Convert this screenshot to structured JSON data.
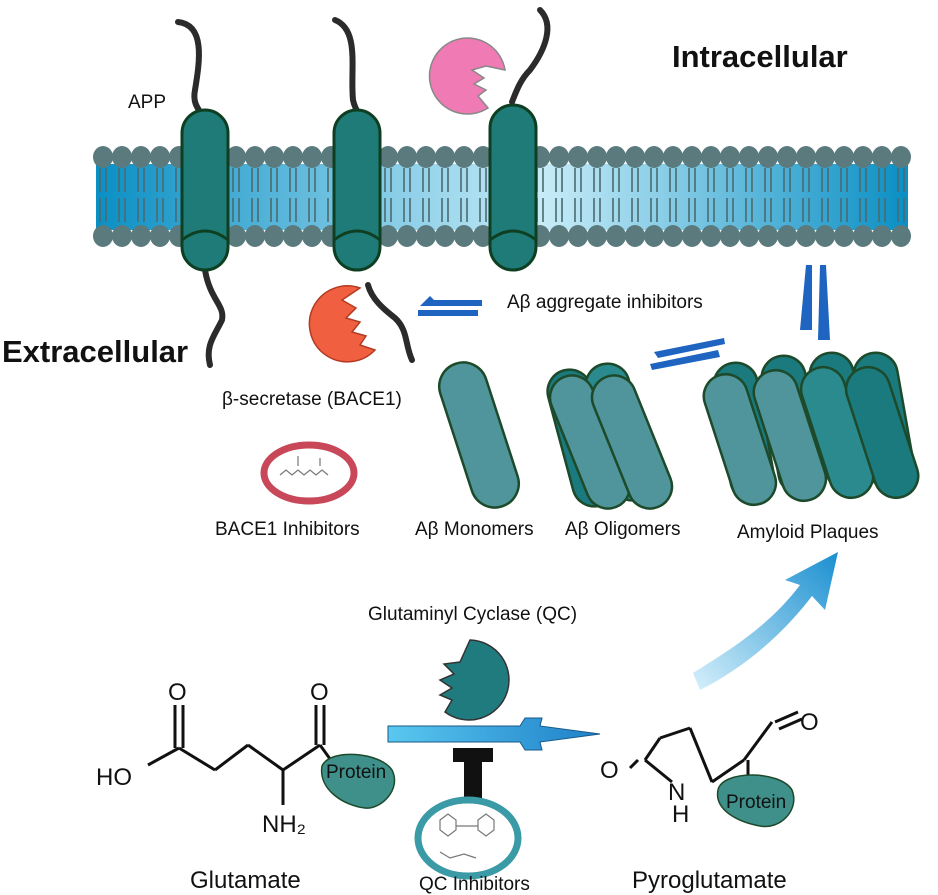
{
  "regions": {
    "intracellular": "Intracellular",
    "extracellular": "Extracellular"
  },
  "labels": {
    "app": "APP",
    "bace1": "β-secretase (BACE1)",
    "aggregate_inhibitors": "Aβ aggregate inhibitors",
    "bace1_inhibitors": "BACE1 Inhibitors",
    "monomers": "Aβ Monomers",
    "oligomers": "Aβ Oligomers",
    "plaques": "Amyloid Plaques",
    "qc": "Glutaminyl Cyclase (QC)",
    "qc_inhibitors": "QC Inhibitors",
    "glutamate": "Glutamate",
    "pyroglutamate": "Pyroglutamate"
  },
  "chem": {
    "o": "O",
    "ho": "HO",
    "nh2": "NH₂",
    "n": "N",
    "h": "H",
    "protein": "Protein"
  },
  "colors": {
    "membrane_dark": "#0a8fc4",
    "membrane_light": "#c8ecf8",
    "lipid_head": "#5a7a7d",
    "app_fill": "#1e7b77",
    "app_stroke": "#0f3f22",
    "rod_fill": "#4f959b",
    "rod_dark": "#1a7a7e",
    "bace1_enzyme": "#f06040",
    "pink_enzyme": "#f07ab4",
    "qc_enzyme": "#1f7b7d",
    "inhibitor_ring": "#c8485a",
    "qc_ring": "#3a9aa6",
    "equilibrium_arrow": "#1e64c0",
    "protein_blob": "#3f8f8a"
  }
}
